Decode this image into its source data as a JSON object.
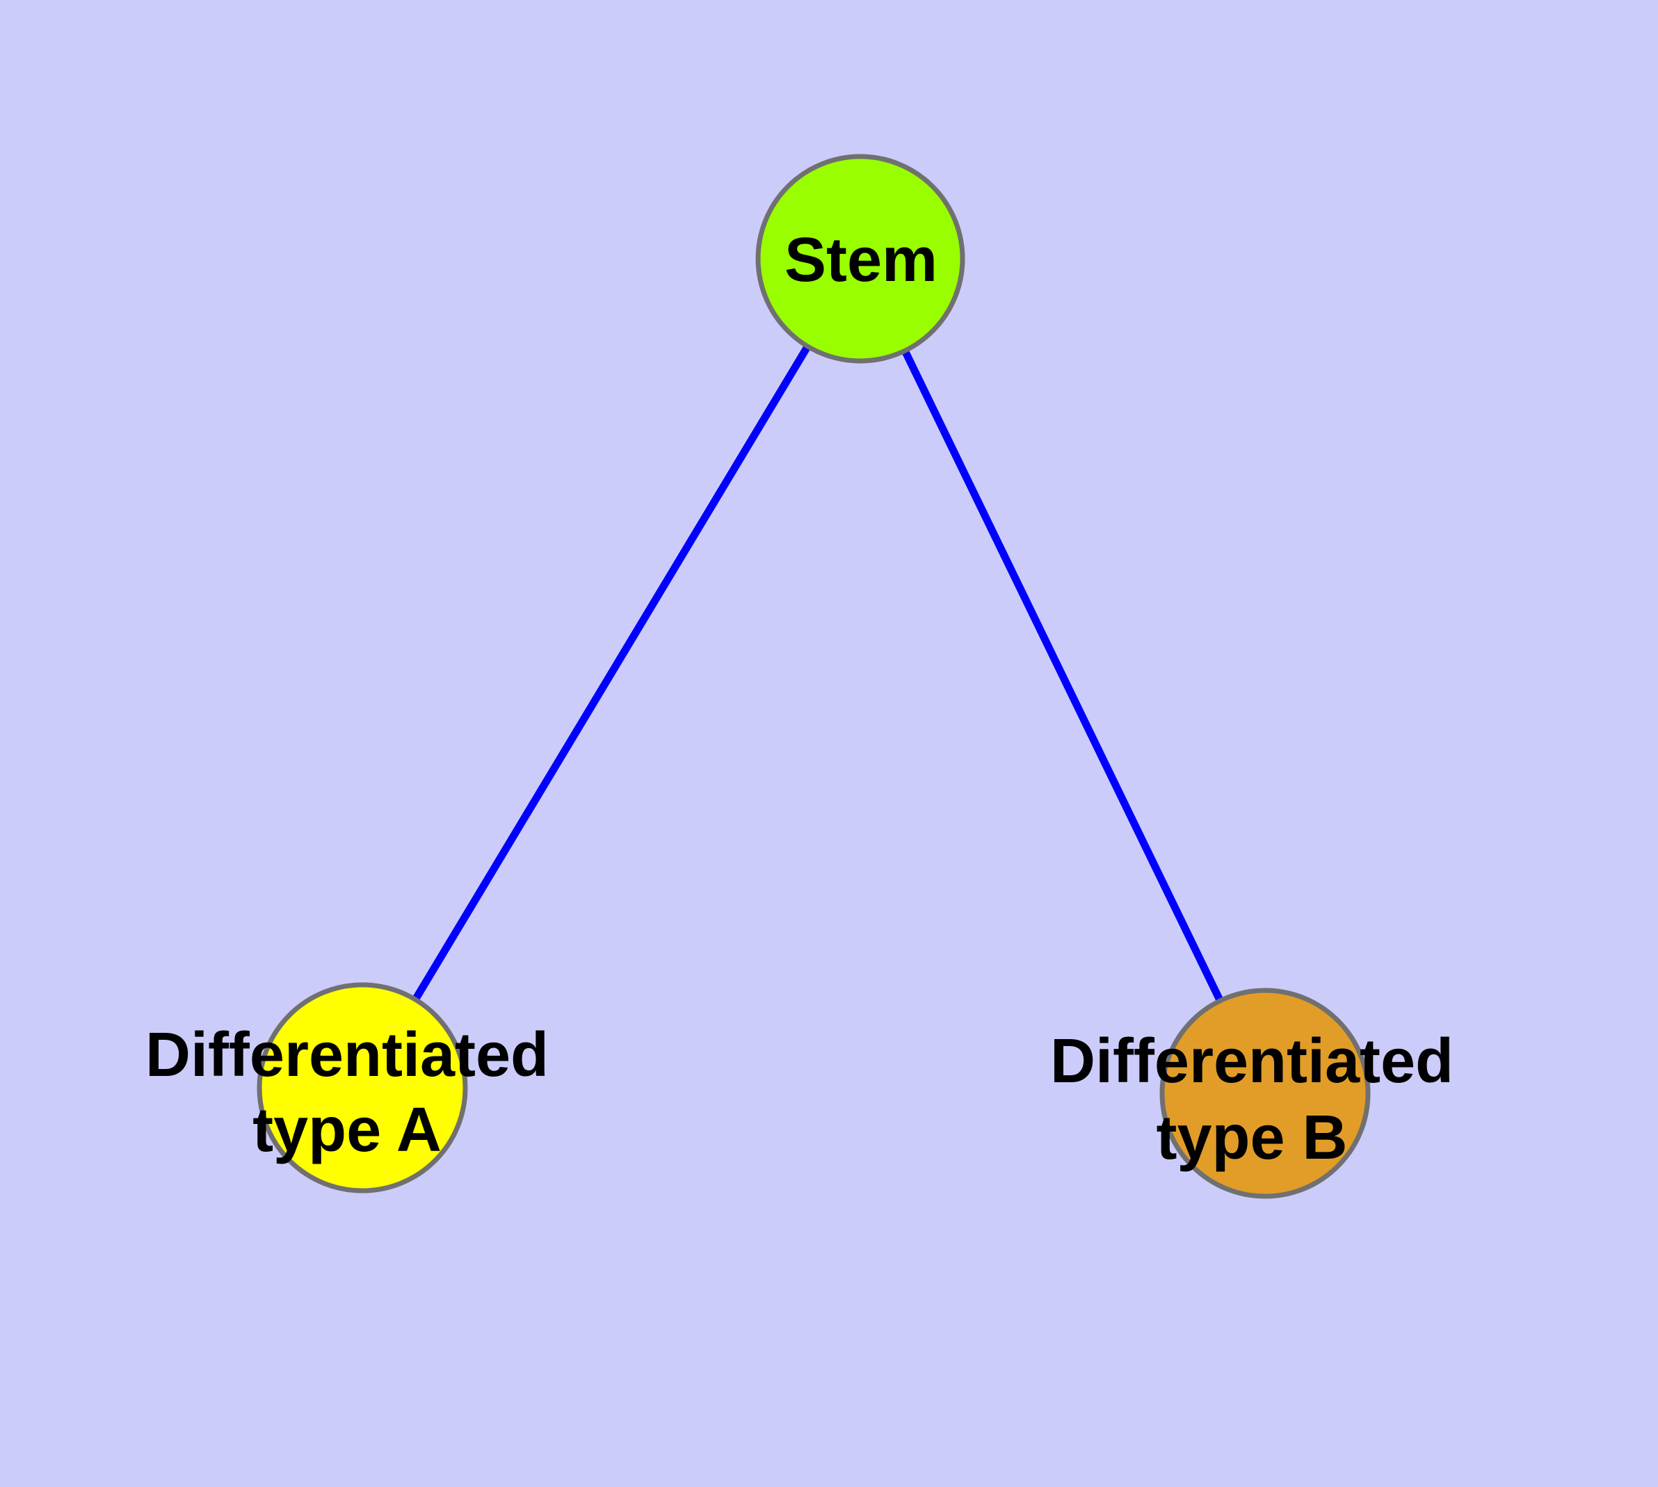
{
  "diagram": {
    "background_color": "#CCCCFA",
    "edge_color": "#0000FF",
    "node_border_color": "#707070",
    "label_color": "#000000",
    "nodes": [
      {
        "id": "stem",
        "label_lines": [
          "Stem"
        ],
        "fill": "#99FF00"
      },
      {
        "id": "differentiated-type-a",
        "label_lines": [
          "Differentiated",
          "type A"
        ],
        "fill": "#FFFF00"
      },
      {
        "id": "differentiated-type-b",
        "label_lines": [
          "Differentiated",
          "type B"
        ],
        "fill": "#E29D28"
      }
    ],
    "edges": [
      {
        "from": "stem",
        "to": "differentiated-type-a"
      },
      {
        "from": "stem",
        "to": "differentiated-type-b"
      }
    ]
  }
}
